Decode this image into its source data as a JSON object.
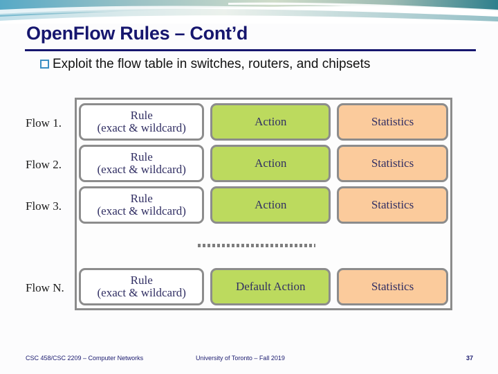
{
  "slide": {
    "title": "OpenFlow Rules – Cont’d",
    "bullet": {
      "glyph_name": "hollow-square-bullet",
      "text": "Exploit the flow table in switches, routers, and chipsets"
    }
  },
  "colors": {
    "title_navy": "#16166e",
    "bullet_blue": "#3b8fc4",
    "action_green": "#bcda5e",
    "statistics_peach": "#fbcb9c",
    "cell_border_gray": "#8c8c8c",
    "cell_text_navy": "#312f63",
    "banner_teal": "#5fa8b8",
    "page_background": "#fcfcfd"
  },
  "table": {
    "rows": [
      {
        "flow_label": "Flow 1.",
        "rule_line1": "Rule",
        "rule_line2": "(exact & wildcard)",
        "action": "Action",
        "statistics": "Statistics"
      },
      {
        "flow_label": "Flow 2.",
        "rule_line1": "Rule",
        "rule_line2": "(exact & wildcard)",
        "action": "Action",
        "statistics": "Statistics"
      },
      {
        "flow_label": "Flow 3.",
        "rule_line1": "Rule",
        "rule_line2": "(exact & wildcard)",
        "action": "Action",
        "statistics": "Statistics"
      },
      {
        "flow_label": "Flow N.",
        "rule_line1": "Rule",
        "rule_line2": "(exact & wildcard)",
        "action": "Default Action",
        "statistics": "Statistics"
      }
    ],
    "separator_name": "dotted-continuation-separator"
  },
  "footer": {
    "course": "CSC 458/CSC 2209 – Computer Networks",
    "institution": "University of Toronto – Fall 2019",
    "page_number": "37"
  }
}
